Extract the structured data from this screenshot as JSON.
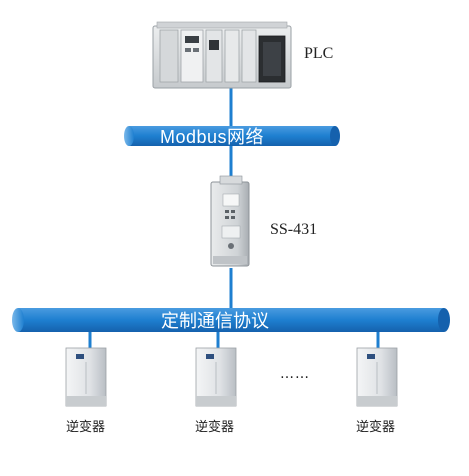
{
  "labels": {
    "plc": "PLC",
    "modbus_bus": "Modbus网络",
    "gateway": "SS-431",
    "custom_bus": "定制通信协议",
    "inverter_1": "逆变器",
    "inverter_2": "逆变器",
    "inverter_3": "逆变器",
    "ellipsis": "……"
  },
  "colors": {
    "bus_blue": "#1e7fd0",
    "bus_blue_dark": "#1260a8",
    "bus_blue_light": "#6fb3ea",
    "line_blue": "#1e7fd0"
  }
}
